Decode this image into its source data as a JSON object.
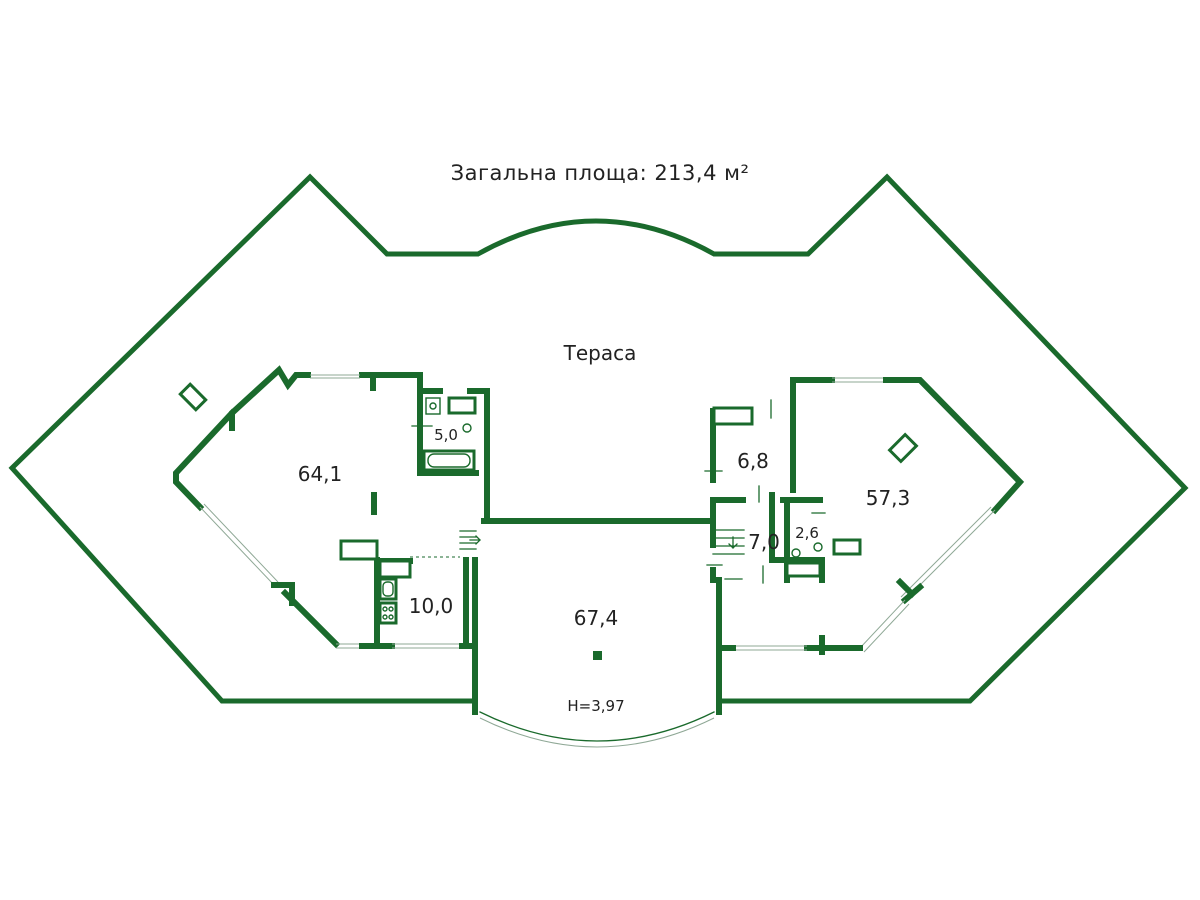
{
  "title": "Загальна площа: 213,4 м²",
  "terrace_label": "Тераса",
  "ceiling_height": "H=3,97",
  "rooms": [
    {
      "id": "living-left",
      "area": "64,1"
    },
    {
      "id": "bathroom-left",
      "area": "5,0"
    },
    {
      "id": "kitchen-left",
      "area": "10,0"
    },
    {
      "id": "hall-center",
      "area": "67,4"
    },
    {
      "id": "utility-right",
      "area": "6,8"
    },
    {
      "id": "corridor-right",
      "area": "7,0"
    },
    {
      "id": "wc-right",
      "area": "2,6"
    },
    {
      "id": "living-right",
      "area": "57,3"
    }
  ],
  "colors": {
    "wall": "#1a6a2c",
    "window": "#8fa896",
    "text": "#222222"
  }
}
